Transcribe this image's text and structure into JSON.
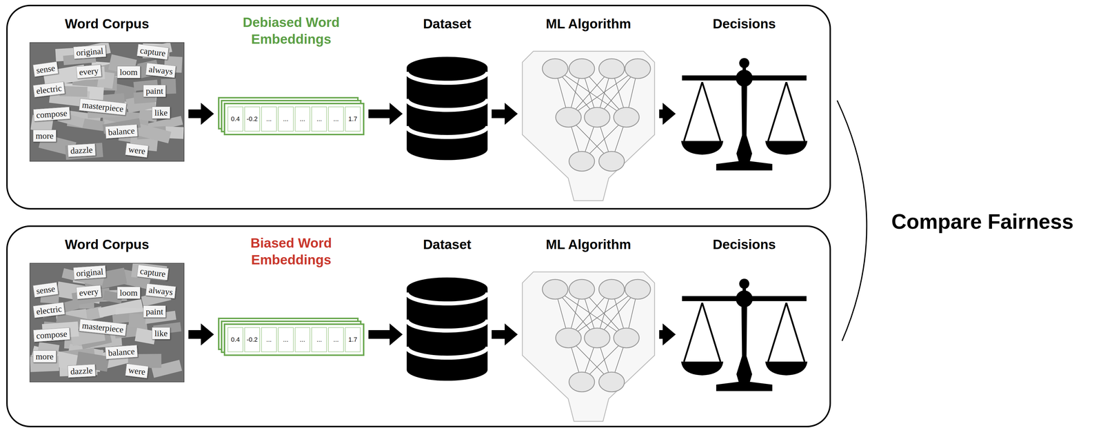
{
  "diagram": {
    "nodes": [
      {
        "text": [
          "Word Corpus",
          "original",
          "capture",
          "sense",
          "every",
          "loom",
          "always",
          "electric",
          "paint",
          "masterpiece",
          "like",
          "compose",
          "balance",
          "dazzle",
          "more",
          "were"
        ]
      },
      {
        "text": [
          "Debiased Word Embeddings",
          "0.4",
          "-0.2",
          "...",
          "...",
          "...",
          "...",
          "...",
          "1.7"
        ]
      },
      {
        "text": [
          "Dataset"
        ]
      },
      {
        "text": [
          "ML Algorithm"
        ]
      },
      {
        "text": [
          "Decisions"
        ]
      },
      {
        "text": [
          "Word Corpus",
          "original",
          "capture",
          "sense",
          "every",
          "loom",
          "always",
          "electric",
          "paint",
          "masterpiece",
          "like",
          "compose",
          "balance",
          "dazzle",
          "more",
          "were"
        ]
      },
      {
        "text": [
          "Biased Word Embeddings",
          "0.4",
          "-0.2",
          "...",
          "...",
          "...",
          "...",
          "...",
          "1.7"
        ]
      },
      {
        "text": [
          "Dataset"
        ]
      },
      {
        "text": [
          "ML Algorithm"
        ]
      },
      {
        "text": [
          "Decisions"
        ]
      }
    ],
    "edges": [
      {
        "from": 0,
        "to": 1,
        "arrow": "to"
      },
      {
        "from": 1,
        "to": 2,
        "arrow": "to"
      },
      {
        "from": 2,
        "to": 3,
        "arrow": "to"
      },
      {
        "from": 3,
        "to": 4,
        "arrow": "to"
      },
      {
        "from": 5,
        "to": 6,
        "arrow": "to"
      },
      {
        "from": 6,
        "to": 7,
        "arrow": "to"
      },
      {
        "from": 7,
        "to": 8,
        "arrow": "to"
      },
      {
        "from": 8,
        "to": 9,
        "arrow": "to"
      }
    ],
    "labels": [
      "Compare Fairness"
    ]
  }
}
